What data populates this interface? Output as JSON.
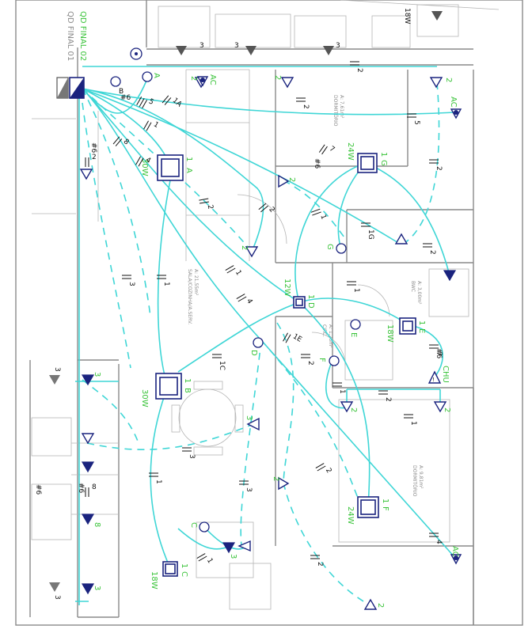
{
  "panels": {
    "qd2": "QD FINAL 02",
    "qd1": "QD FINAL 01"
  },
  "rooms": [
    {
      "name": "DORMITÓRIO",
      "area": "A: 7,61m²"
    },
    {
      "name": "SALA/COZINHA/A.SERV.",
      "area": "A: 21,55m²"
    },
    {
      "name": "CIRC.",
      "area": "A: 1,23m²"
    },
    {
      "name": "BWC",
      "area": "A: 3,00m²"
    },
    {
      "name": "DORMITÓRIO",
      "area": "A: 9,81m²"
    }
  ],
  "luminaires": [
    {
      "power": "30W",
      "circuit": "1",
      "id": "A"
    },
    {
      "power": "24W",
      "circuit": "1",
      "id": "G"
    },
    {
      "power": "12W",
      "circuit": "1",
      "id": "D"
    },
    {
      "power": "18W",
      "circuit": "1",
      "id": "E"
    },
    {
      "power": "30W",
      "circuit": "1",
      "id": "B"
    },
    {
      "power": "24W",
      "circuit": "1",
      "id": "F"
    },
    {
      "power": "18W",
      "circuit": "1",
      "id": "C"
    }
  ],
  "switch_ids": [
    "A",
    "B",
    "C",
    "D",
    "E",
    "F",
    "G"
  ],
  "outlet_circuits": [
    "2",
    "3",
    "4",
    "5",
    "6",
    "7",
    "8"
  ],
  "special_points": [
    "AC",
    "AC",
    "AC",
    "CHU"
  ],
  "gauge_label": "#6",
  "top_power": "18W",
  "circuit_marks": [
    "1",
    "2",
    "3",
    "4",
    "5",
    "6",
    "7",
    "8",
    "1A",
    "1C",
    "1E",
    "1G"
  ],
  "legend_colors": {
    "circuit": "#3fd6d6",
    "symbol": "#1a237e",
    "label": "#39c339"
  }
}
